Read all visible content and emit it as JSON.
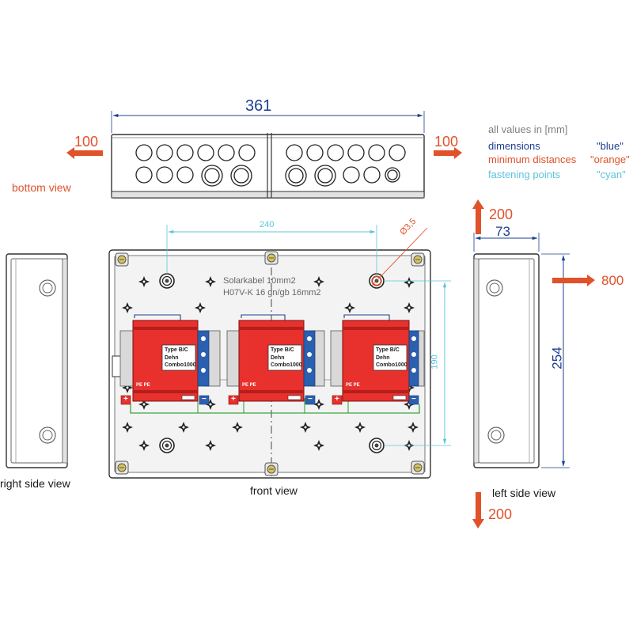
{
  "colors": {
    "dimension": "#1f3f8f",
    "distance": "#e0522a",
    "fastening": "#5bc4dc",
    "legend_title": "#808080",
    "outline": "#333333",
    "spd_red": "#e8302c",
    "spd_blue": "#2b5fb0"
  },
  "dimensions": {
    "width": "361",
    "depth": "73",
    "height": "254",
    "hole_spacing_horizontal": "240",
    "hole_spacing_vertical": "190",
    "hole_diameter": "Ø3,5"
  },
  "distances": {
    "left": "100",
    "right": "100",
    "top": "200",
    "bottom": "200",
    "front": "800"
  },
  "views": {
    "bottom": "bottom view",
    "front": "front view",
    "right_side": "right side view",
    "left_side": "left side view"
  },
  "legend": {
    "title": "all values in [mm]",
    "rows": [
      {
        "label": "dimensions",
        "key": "\"blue\""
      },
      {
        "label": "minimum distances",
        "key": "\"orange\""
      },
      {
        "label": "fastening points",
        "key": "\"cyan\""
      }
    ]
  },
  "cable_note": {
    "line1": "Solarkabel 10mm2",
    "line2": "H07V-K 16 gn/gb 16mm2"
  },
  "modules": [
    {
      "type": "Type B/C",
      "brand": "Dehn",
      "model": "Combo1000",
      "pe": "PE PE"
    },
    {
      "type": "Type B/C",
      "brand": "Dehn",
      "model": "Combo1000",
      "pe": "PE PE"
    },
    {
      "type": "Type B/C",
      "brand": "Dehn",
      "model": "Combo1000",
      "pe": "PE PE"
    }
  ],
  "polarity": {
    "plus": "+",
    "minus": "−"
  }
}
